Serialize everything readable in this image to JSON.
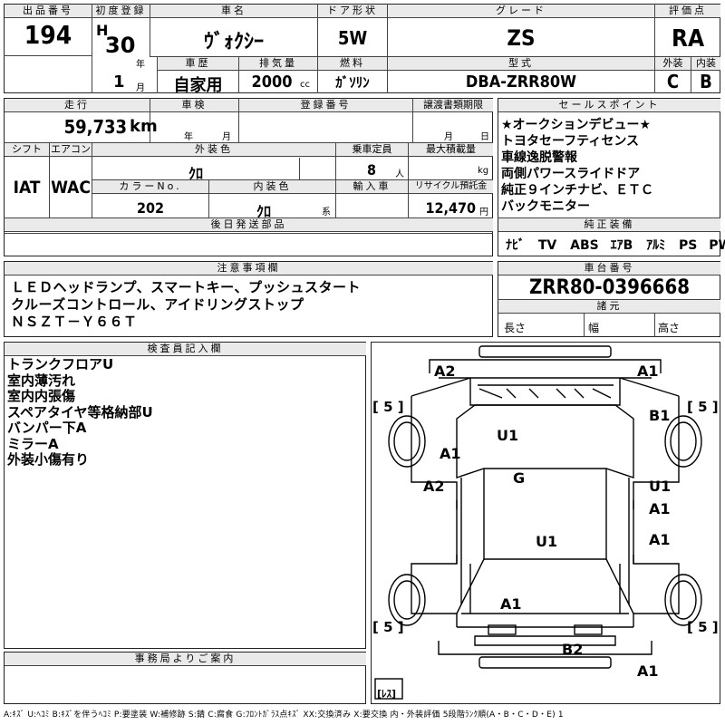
{
  "header": {
    "lot_no_label": "出品番号",
    "lot_no": "194",
    "first_reg_label": "初度登録",
    "era": "H",
    "year": "30",
    "year_unit": "年",
    "month": "1",
    "month_unit": "月",
    "car_name_label": "車名",
    "car_name": "ｳﾞｫｸｼｰ",
    "doors_label": "ドア形状",
    "doors": "5W",
    "grade_label": "グレード",
    "grade": "ZS",
    "score_label": "評価点",
    "score": "RA",
    "history_label": "車歴",
    "history": "自家用",
    "displacement_label": "排気量",
    "displacement": "2000",
    "displacement_unit": "cc",
    "fuel_label": "燃料",
    "fuel": "ｶﾞｿﾘﾝ",
    "model_label": "型式",
    "model": "DBA-ZRR80W",
    "ext_grade_label": "外装",
    "ext_grade": "C",
    "int_grade_label": "内装",
    "int_grade": "B"
  },
  "row2": {
    "mileage_label": "走行",
    "mileage": "59,733",
    "mileage_unit": "km",
    "inspection_label": "車検",
    "insp_year_unit": "年",
    "insp_month_unit": "月",
    "reg_no_label": "登録番号",
    "transfer_label": "譲渡書類期限",
    "transfer_month": "月",
    "transfer_day": "日",
    "shift_label": "シフト",
    "shift": "IAT",
    "ac_label": "エアコン",
    "ac": "WAC",
    "ext_color_label": "外装色",
    "ext_color": "ｸﾛ",
    "capacity_label": "乗車定員",
    "capacity": "8",
    "capacity_unit": "人",
    "load_label": "最大積載量",
    "load_unit": "kg",
    "color_no_label": "カラーNo.",
    "color_no": "202",
    "int_color_label": "内装色",
    "int_color": "ｸﾛ",
    "int_color_unit": "系",
    "import_label": "輸入車",
    "recycle_label": "リサイクル預託金",
    "recycle": "12,470",
    "recycle_unit": "円",
    "later_parts_label": "後日発送部品"
  },
  "sales_points": {
    "label": "セールスポイント",
    "items": [
      "★オークションデビュー★",
      "トヨタセーフティセンス",
      "車線逸脱警報",
      "両側パワースライドドア",
      "純正９インチナビ、ＥＴＣ",
      "バックモニター"
    ]
  },
  "equipment": {
    "label": "純正装備",
    "items": [
      "ﾅﾋﾞ",
      "TV",
      "ABS",
      "ｴｱB",
      "ｱﾙﾐ",
      "PS",
      "PW"
    ]
  },
  "notes": {
    "label": "注意事項欄",
    "lines": [
      "ＬＥＤヘッドランプ、スマートキー、プッシュスタート",
      "クルーズコントロール、アイドリングストップ",
      "ＮＳＺＴ－Ｙ６６Ｔ"
    ]
  },
  "chassis": {
    "label": "車台番号",
    "number": "ZRR80-0396668",
    "dims_label": "諸元",
    "length_label": "長さ",
    "width_label": "幅",
    "height_label": "高さ"
  },
  "inspector": {
    "label": "検査員記入欄",
    "lines": [
      "トランクフロアU",
      "室内薄汚れ",
      "室内内張傷",
      "スペアタイヤ等格納部U",
      "バンパー下A",
      "ミラーA",
      "外装小傷有り"
    ]
  },
  "office": {
    "label": "事務局よりご案内"
  },
  "diagram": {
    "labels": [
      "A2",
      "A1",
      "B1",
      "U1",
      "A1",
      "G",
      "A2",
      "U1",
      "A1",
      "U1",
      "A1",
      "A1",
      "B2",
      "A1"
    ],
    "tire_left_top": "[ 5 ]",
    "tire_right_top": "[ 5 ]",
    "tire_left_bottom": "[ 5 ]",
    "tire_right_bottom": "[ 5 ]",
    "spare": "[ﾚｽ]"
  },
  "legend": "A:ｷｽﾞ U:ﾍｺﾐ B:ｷｽﾞを伴うﾍｺﾐ P:要塗装 W:補修跡 S:錆 C:腐食 G:ﾌﾛﾝﾄｶﾞﾗｽ点ｷｽﾞ XX:交換済み X:要交換 内・外装評価 5段階ﾗﾝｸ順(A・B・C・D・E) 1"
}
